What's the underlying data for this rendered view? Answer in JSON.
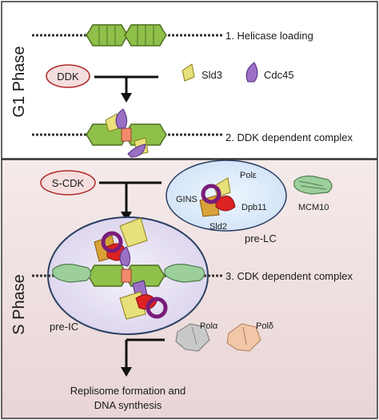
{
  "phases": {
    "g1": "G1 Phase",
    "s": "S Phase"
  },
  "steps": {
    "step1": "1. Helicase loading",
    "step2": "2. DDK dependent complex",
    "step3": "3. CDK dependent complex"
  },
  "kinases": {
    "ddk": "DDK",
    "scdk": "S-CDK"
  },
  "legend": {
    "sld3": "Sld3",
    "cdc45": "Cdc45"
  },
  "prelc": {
    "pol_epsilon": "Polε",
    "gins": "GINS",
    "dpb11": "Dpb11",
    "sld2": "Sld2",
    "label": "pre-LC"
  },
  "mcm10": "MCM10",
  "preic": "pre-IC",
  "polymerases": {
    "pol_alpha": "Polα",
    "pol_delta": "Polδ"
  },
  "outcome": {
    "line1": "Replisome formation and",
    "line2": "DNA synthesis"
  },
  "colors": {
    "mcm": "#8fc04a",
    "sld3": "#e8e07a",
    "cdc45": "#9b6fc4",
    "sld2": "#d8a238",
    "gins_ring": "#7a1c7a",
    "dpb11": "#dd2222",
    "polymerase": "#f1a7a7",
    "mcm10": "#9ccf9c",
    "kinase_fill": "#f6dede",
    "kinase_stroke": "#b22a2a",
    "s_phase_bg": "#f3e4e4",
    "pre_lc_fill": "#dcecff",
    "pre_ic_fill": "#e8e3f4",
    "pol_alpha": "#c9c9c9",
    "pol_delta": "#f1c7a8"
  }
}
